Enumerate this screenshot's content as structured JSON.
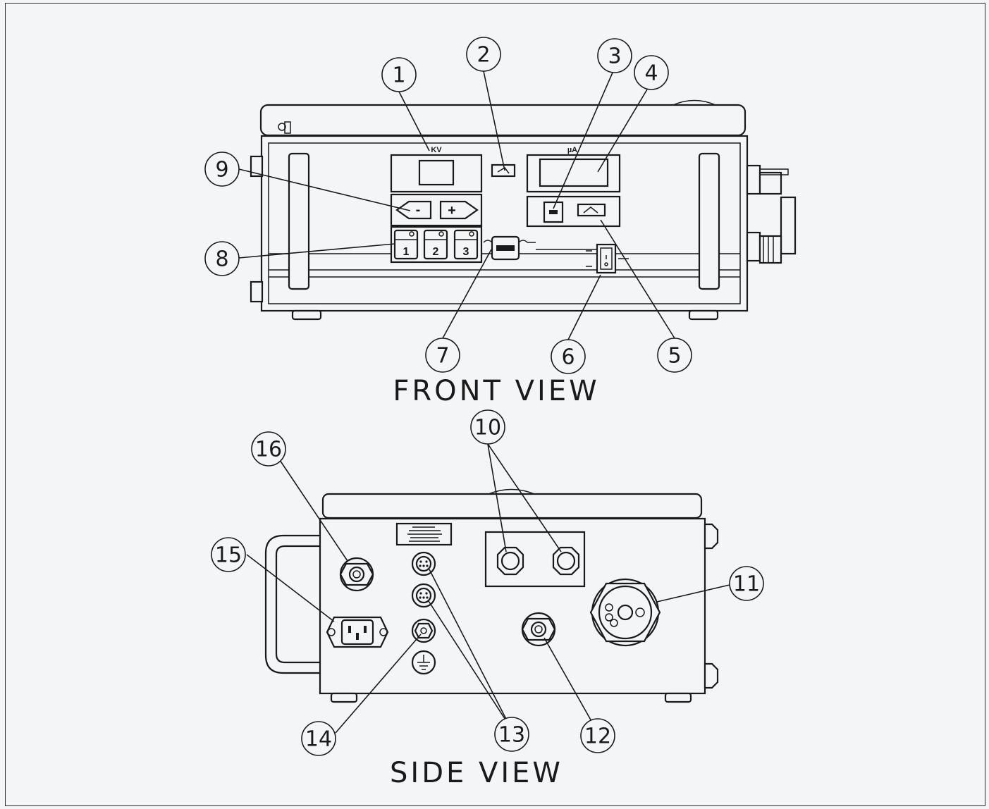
{
  "front_view": {
    "title": "FRONT VIEW",
    "kv_label": "KV",
    "ua_label": "µA",
    "minus_label": "-",
    "plus_label": "+",
    "preset_1": "1",
    "preset_2": "2",
    "preset_3": "3"
  },
  "side_view": {
    "title": "SIDE VIEW"
  },
  "callouts": [
    "1",
    "2",
    "3",
    "4",
    "5",
    "6",
    "7",
    "8",
    "9",
    "10",
    "11",
    "12",
    "13",
    "14",
    "15",
    "16"
  ]
}
